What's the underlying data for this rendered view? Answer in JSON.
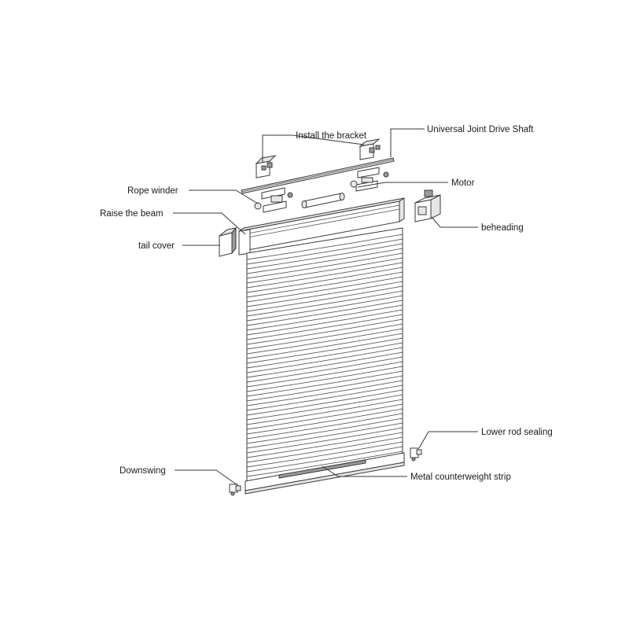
{
  "labels": {
    "install_bracket": "Install the bracket",
    "drive_shaft": "Universal Joint Drive Shaft",
    "rope_winder": "Rope winder",
    "motor": "Motor",
    "raise_beam": "Raise the beam",
    "beheading": "beheading",
    "tail_cover": "tail cover",
    "lower_rod_sealing": "Lower rod sealing",
    "downswing": "Downswing",
    "counterweight_strip": "Metal counterweight strip"
  },
  "colors": {
    "line": "#3a3a3a",
    "text": "#1a1a1a",
    "background": "#ffffff"
  }
}
